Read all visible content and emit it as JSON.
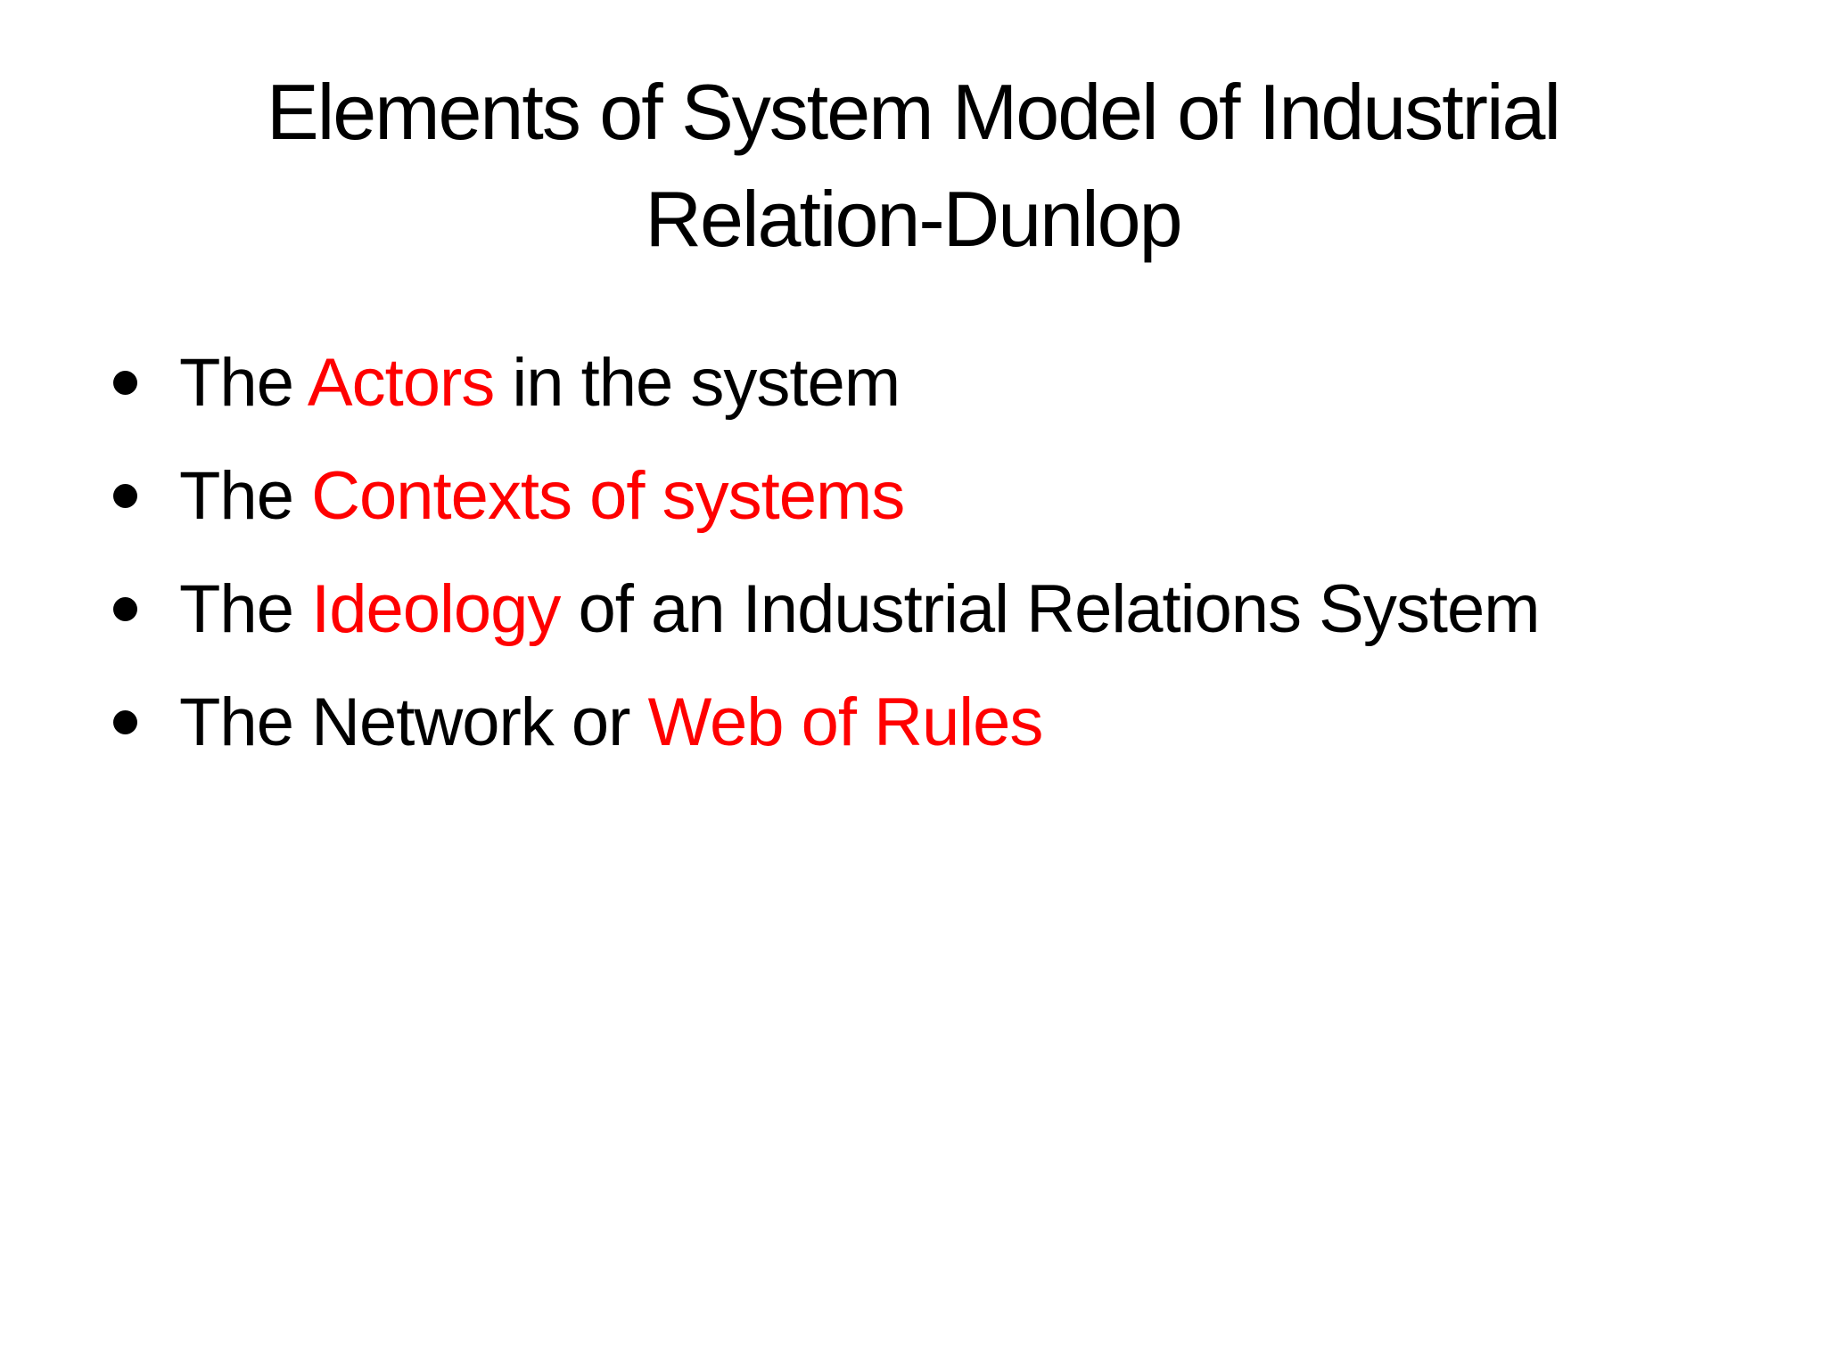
{
  "slide": {
    "background": "#FFFFFF",
    "colors": {
      "text": "#000000",
      "accent_red": "#FF0000"
    },
    "title": {
      "line1": "Elements of System Model of Industrial",
      "line2": "Relation-Dunlop"
    },
    "bullet_icon": "filled-circle",
    "bullets": [
      {
        "segments": [
          {
            "text": "The ",
            "red": false
          },
          {
            "text": "Actors",
            "red": true
          },
          {
            "text": " in the system",
            "red": false
          }
        ]
      },
      {
        "segments": [
          {
            "text": "The ",
            "red": false
          },
          {
            "text": "Contexts of systems",
            "red": true
          }
        ]
      },
      {
        "segments": [
          {
            "text": "The ",
            "red": false
          },
          {
            "text": "Ideology",
            "red": true
          },
          {
            "text": " of an Industrial Relations System",
            "red": false
          }
        ]
      },
      {
        "segments": [
          {
            "text": "The Network or ",
            "red": false
          },
          {
            "text": "Web of Rules",
            "red": true
          }
        ]
      }
    ]
  }
}
